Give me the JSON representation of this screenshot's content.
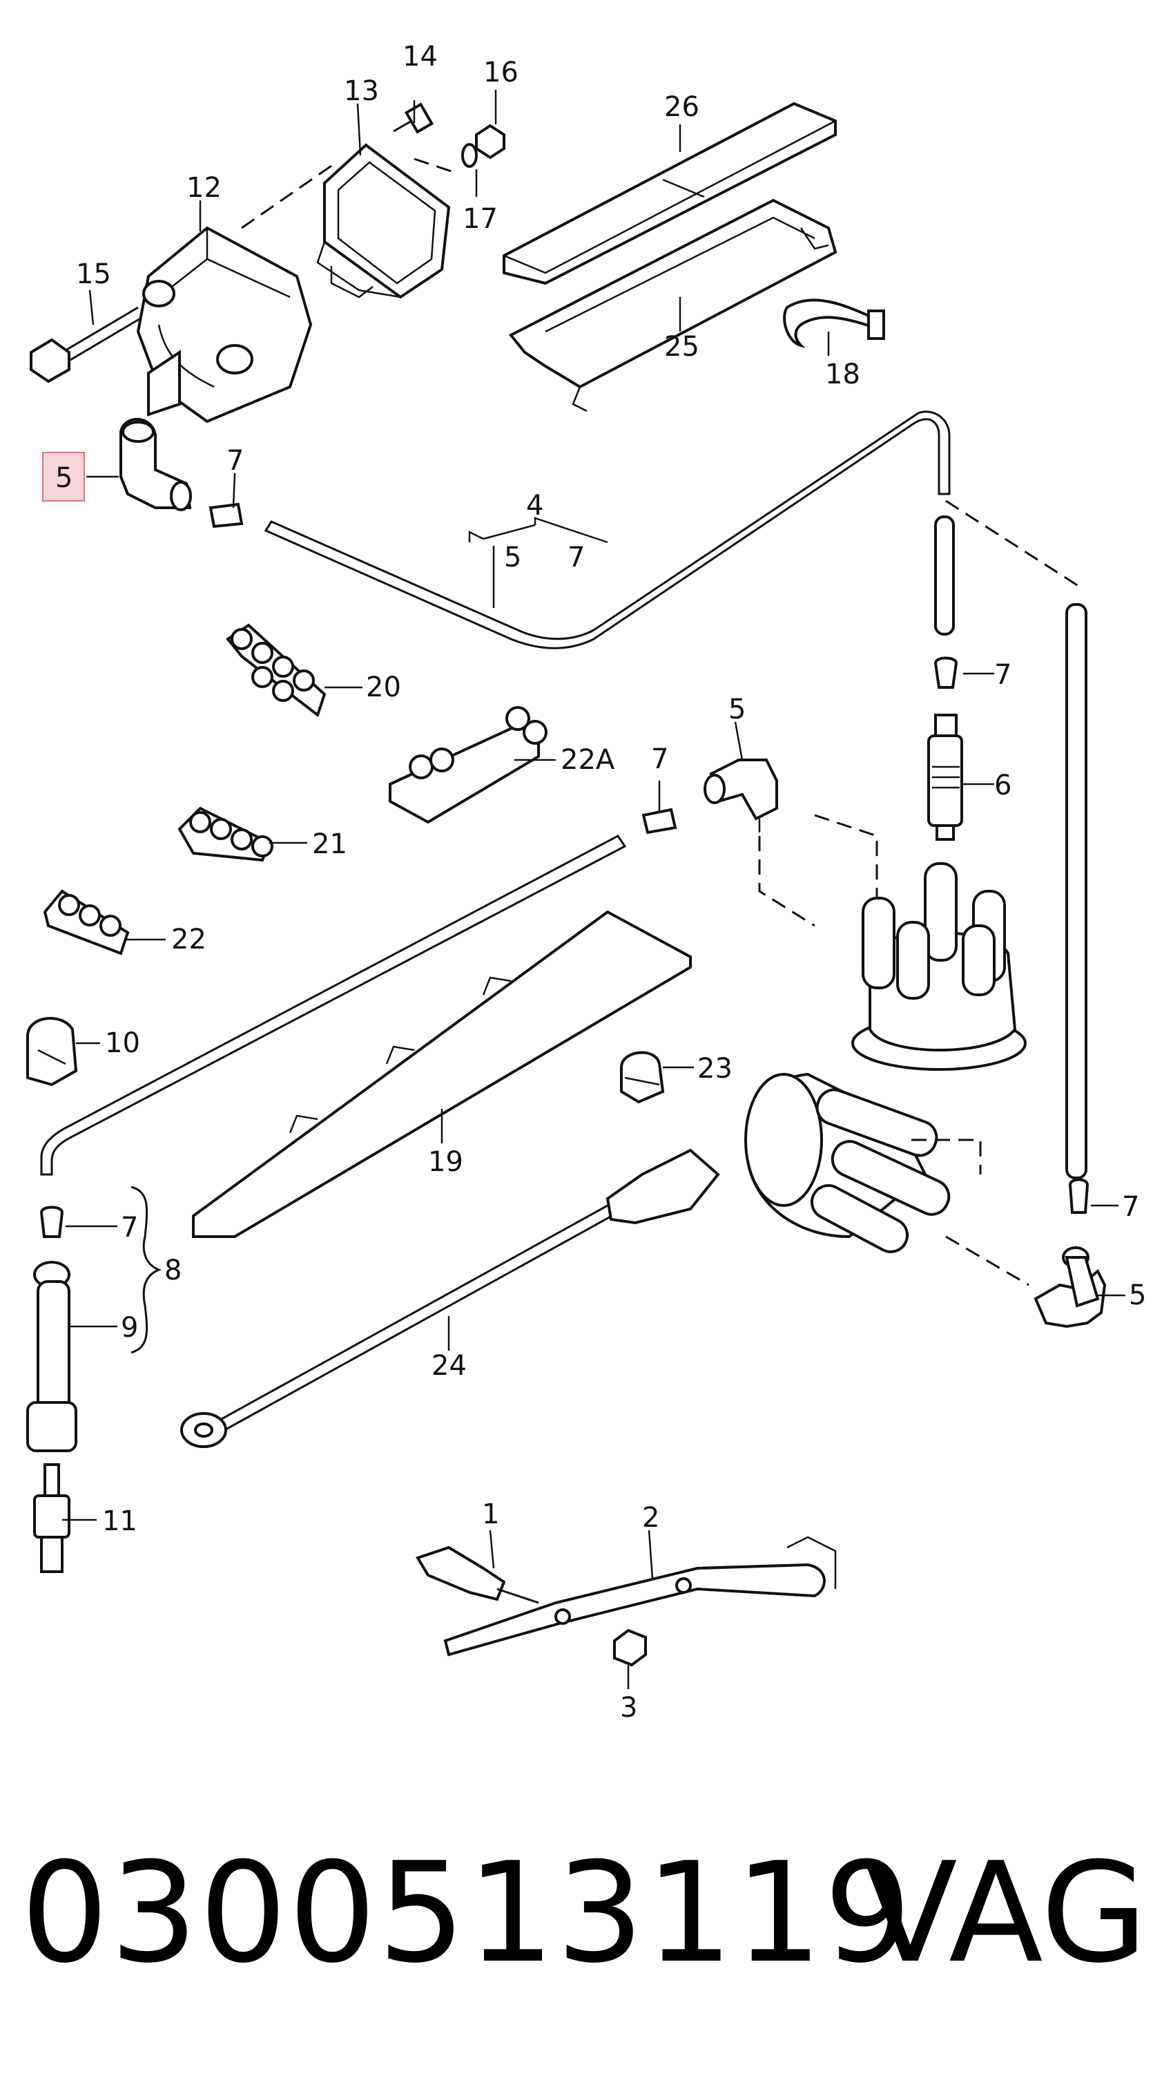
{
  "diagram": {
    "labels": {
      "l1": "1",
      "l2": "2",
      "l3": "3",
      "l4": "4",
      "l4_5": "5",
      "l4_7": "7",
      "l5a": "5",
      "l5b": "5",
      "l5c": "5",
      "l6": "6",
      "l7a": "7",
      "l7b": "7",
      "l7c": "7",
      "l7d": "7",
      "l7e": "7",
      "l8": "8",
      "l9": "9",
      "l10": "10",
      "l11": "11",
      "l12": "12",
      "l13": "13",
      "l14": "14",
      "l15": "15",
      "l16": "16",
      "l17": "17",
      "l18": "18",
      "l19": "19",
      "l20": "20",
      "l21": "21",
      "l22": "22",
      "l22a": "22A",
      "l23": "23",
      "l24": "24",
      "l25": "25",
      "l26": "26"
    },
    "highlighted_label": "5",
    "highlight_color": "#f9d6da",
    "highlight_border": "#e0707f"
  },
  "footer": {
    "part_number": "030051311​9",
    "brand": "VAG"
  }
}
